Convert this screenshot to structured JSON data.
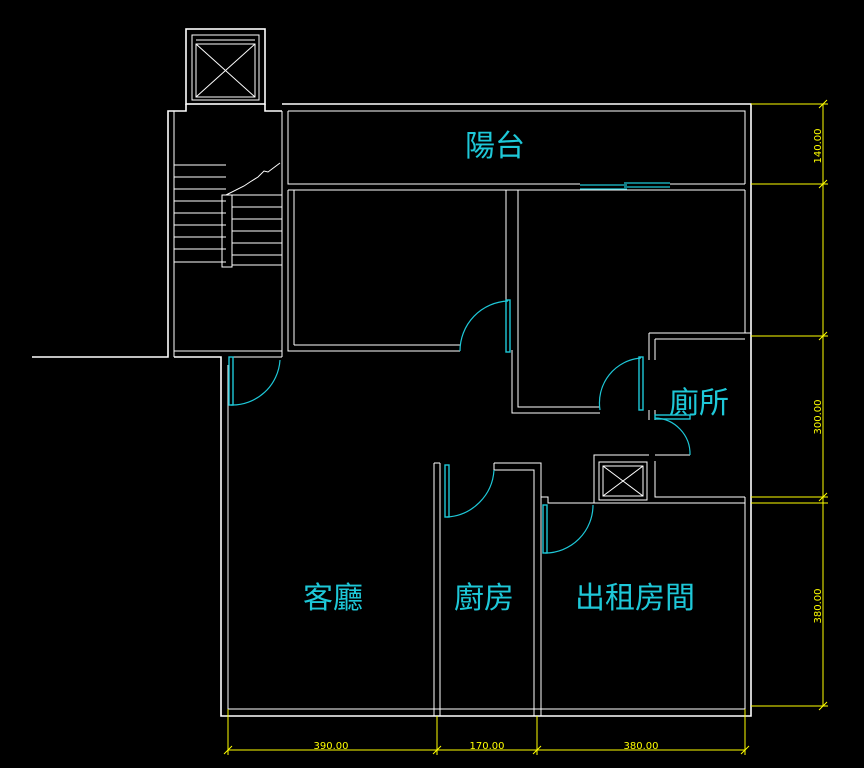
{
  "rooms": {
    "balcony": "陽台",
    "toilet": "廁所",
    "living_room": "客廳",
    "kitchen": "廚房",
    "rental_room": "出租房間"
  },
  "dimensions": {
    "balcony_depth": "140.00",
    "toilet_depth": "300.00",
    "rental_depth": "380.00",
    "living_width": "390.00",
    "kitchen_width": "170.00",
    "rental_width": "380.00"
  },
  "colors": {
    "background": "#000000",
    "walls": "#ffffff",
    "labels_and_doors": "#1ec8d8",
    "dimension_lines": "#ffff00"
  }
}
